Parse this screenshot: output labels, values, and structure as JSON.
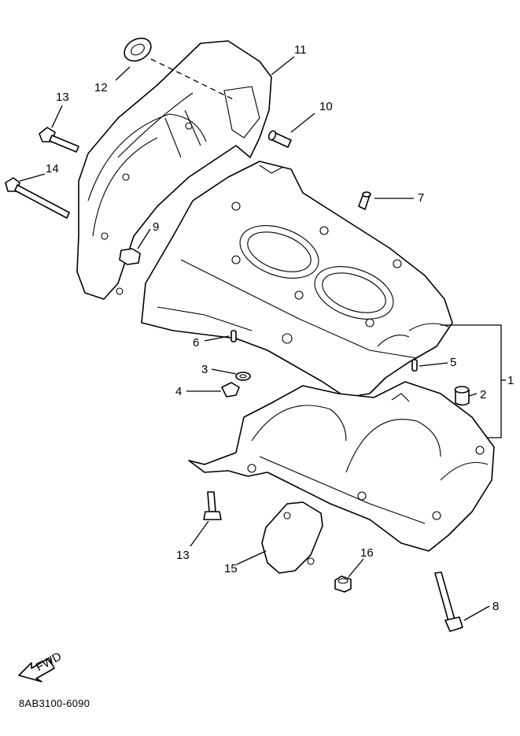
{
  "callouts": [
    "1",
    "2",
    "3",
    "4",
    "5",
    "6",
    "7",
    "8",
    "9",
    "10",
    "11",
    "12",
    "13",
    "13",
    "14",
    "15",
    "16"
  ],
  "fwd_label": "FWD",
  "diagram_code": "8AB3100-6090"
}
